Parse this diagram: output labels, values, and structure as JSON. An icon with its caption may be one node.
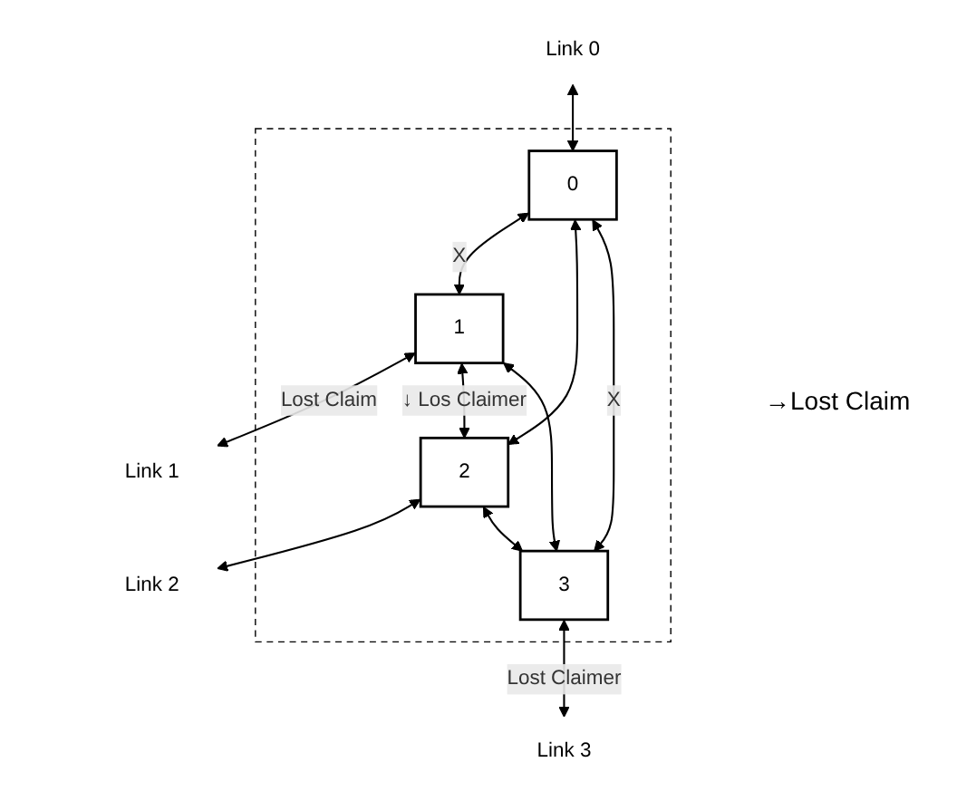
{
  "diagram": {
    "nodes": [
      {
        "text": [
          "Link 1"
        ]
      },
      {
        "text": [],
        "shape": "box"
      },
      {
        "text": [
          "1"
        ],
        "in": 1
      },
      {
        "text": [
          "0"
        ],
        "in": 1
      },
      {
        "text": [
          "2"
        ],
        "in": 1
      },
      {
        "text": [
          "3"
        ],
        "in": 1
      },
      {
        "text": [
          "Link 0"
        ]
      },
      {
        "text": [
          "Link 2"
        ]
      },
      {
        "text": [
          "Link 3"
        ]
      }
    ],
    "edges": [
      {
        "from": 2,
        "to": 0,
        "arrow": "both",
        "label": "Lost Claim"
      },
      {
        "from": 3,
        "to": 2,
        "arrow": "both",
        "label": "X"
      },
      {
        "from": 2,
        "to": 4,
        "arrow": "both",
        "label": "↓ Los Claimer"
      },
      {
        "from": 6,
        "to": 3,
        "arrow": "both"
      },
      {
        "from": 3,
        "to": 4,
        "arrow": "both"
      },
      {
        "from": 4,
        "to": 7,
        "arrow": "both"
      },
      {
        "from": 2,
        "to": 5,
        "arrow": "both"
      },
      {
        "from": 3,
        "to": 5,
        "arrow": "both",
        "label": "X"
      },
      {
        "from": 4,
        "to": 5,
        "arrow": "both"
      },
      {
        "from": 5,
        "to": 8,
        "arrow": "both",
        "label": "Lost Claimer"
      }
    ],
    "labels": [
      "→Lost Claim"
    ]
  }
}
